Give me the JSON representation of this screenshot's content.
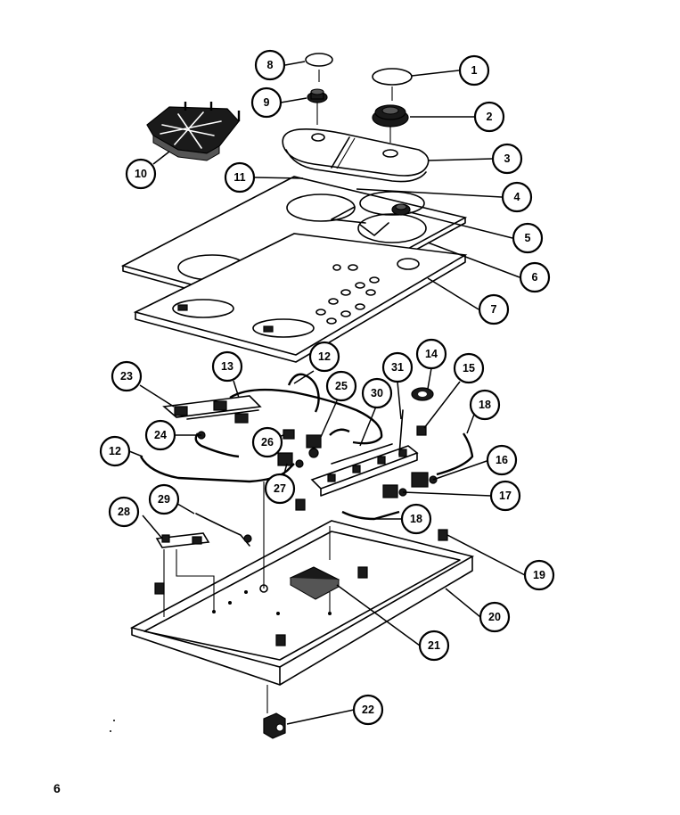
{
  "page_number": "6",
  "callouts": [
    {
      "id": "c1",
      "label": "1"
    },
    {
      "id": "c2",
      "label": "2"
    },
    {
      "id": "c3",
      "label": "3"
    },
    {
      "id": "c4",
      "label": "4"
    },
    {
      "id": "c5",
      "label": "5"
    },
    {
      "id": "c6",
      "label": "6"
    },
    {
      "id": "c7",
      "label": "7"
    },
    {
      "id": "c8",
      "label": "8"
    },
    {
      "id": "c9",
      "label": "9"
    },
    {
      "id": "c10",
      "label": "10"
    },
    {
      "id": "c11",
      "label": "11"
    },
    {
      "id": "c12a",
      "label": "12"
    },
    {
      "id": "c12b",
      "label": "12"
    },
    {
      "id": "c13",
      "label": "13"
    },
    {
      "id": "c14",
      "label": "14"
    },
    {
      "id": "c15",
      "label": "15"
    },
    {
      "id": "c16",
      "label": "16"
    },
    {
      "id": "c17",
      "label": "17"
    },
    {
      "id": "c18a",
      "label": "18"
    },
    {
      "id": "c18b",
      "label": "18"
    },
    {
      "id": "c19",
      "label": "19"
    },
    {
      "id": "c20",
      "label": "20"
    },
    {
      "id": "c21",
      "label": "21"
    },
    {
      "id": "c22",
      "label": "22"
    },
    {
      "id": "c23",
      "label": "23"
    },
    {
      "id": "c24",
      "label": "24"
    },
    {
      "id": "c25",
      "label": "25"
    },
    {
      "id": "c26",
      "label": "26"
    },
    {
      "id": "c27",
      "label": "27"
    },
    {
      "id": "c28",
      "label": "28"
    },
    {
      "id": "c29",
      "label": "29"
    },
    {
      "id": "c30",
      "label": "30"
    },
    {
      "id": "c31",
      "label": "31"
    }
  ]
}
